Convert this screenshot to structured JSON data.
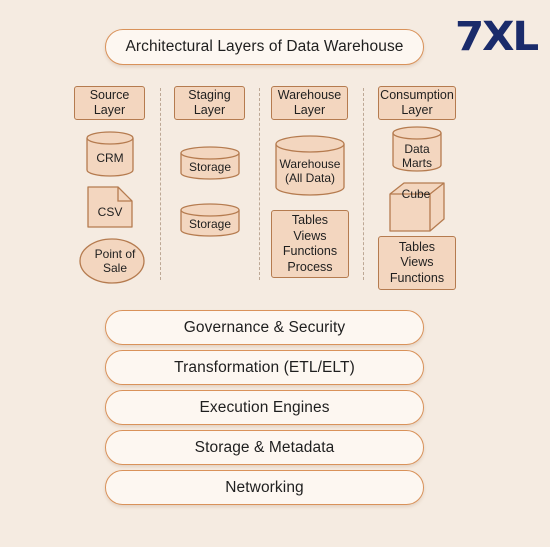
{
  "title": "Architectural Layers of Data Warehouse",
  "logo": {
    "text": "7XL",
    "color": "#1a2b6b"
  },
  "colors": {
    "background": "#f5ebe1",
    "fill": "#f3d6bf",
    "stroke": "#b57b4f",
    "pill_border": "#d9925a"
  },
  "layers": [
    {
      "header": "Source\nLayer",
      "items": [
        "CRM",
        "CSV",
        "Point of\nSale"
      ]
    },
    {
      "header": "Staging\nLayer",
      "items": [
        "Storage",
        "Storage"
      ]
    },
    {
      "header": "Warehouse\nLayer",
      "items": [
        "Warehouse\n(All Data)",
        "Tables\nViews\nFunctions\nProcess"
      ]
    },
    {
      "header": "Consumption\nLayer",
      "items": [
        "Data\nMarts",
        "Cube",
        "Tables\nViews\nFunctions"
      ]
    }
  ],
  "stack": [
    "Governance & Security",
    "Transformation (ETL/ELT)",
    "Execution Engines",
    "Storage & Metadata",
    "Networking"
  ]
}
